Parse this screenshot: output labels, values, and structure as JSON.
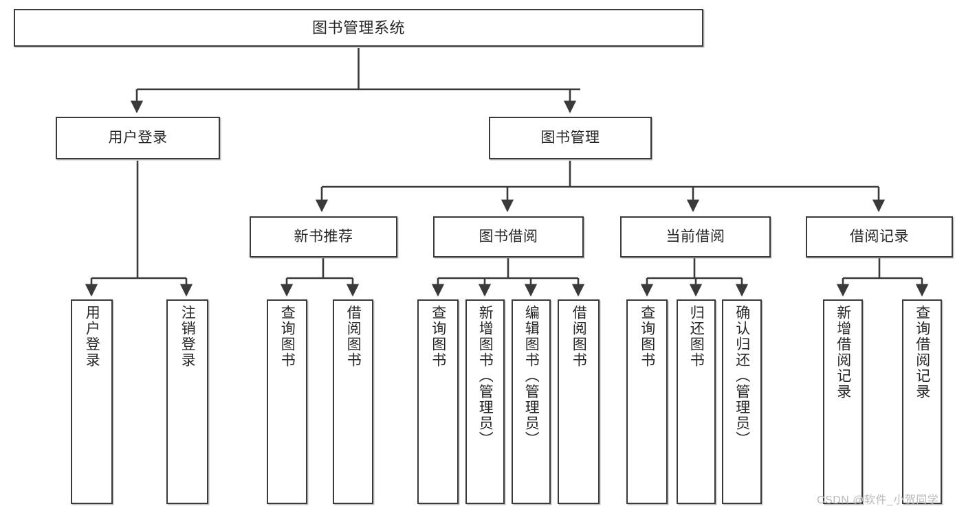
{
  "diagram": {
    "title": "图书管理系统",
    "watermark": "CSDN @软件_小贺同学",
    "colors": {
      "border": "#3a3a3a",
      "text": "#262626",
      "background": "#ffffff",
      "watermark": "#b9b9b9"
    },
    "nodes": {
      "root": {
        "label": "图书管理系统"
      },
      "level1": [
        {
          "label": "用户登录"
        },
        {
          "label": "图书管理"
        }
      ],
      "level2": [
        {
          "label": "新书推荐"
        },
        {
          "label": "图书借阅"
        },
        {
          "label": "当前借阅"
        },
        {
          "label": "借阅记录"
        }
      ],
      "leaves": {
        "user_login": [
          {
            "label": "用户登录"
          },
          {
            "label": "注销登录"
          }
        ],
        "new_book_recommend": [
          {
            "label": "查询图书"
          },
          {
            "label": "借阅图书"
          }
        ],
        "book_borrow": [
          {
            "label": "查询图书"
          },
          {
            "label": "新增图书（管理员）"
          },
          {
            "label": "编辑图书（管理员）"
          },
          {
            "label": "借阅图书"
          }
        ],
        "current_borrow": [
          {
            "label": "查询图书"
          },
          {
            "label": "归还图书"
          },
          {
            "label": "确认归还（管理员）"
          }
        ],
        "borrow_record": [
          {
            "label": "新增借阅记录"
          },
          {
            "label": "查询借阅记录"
          }
        ]
      }
    }
  }
}
